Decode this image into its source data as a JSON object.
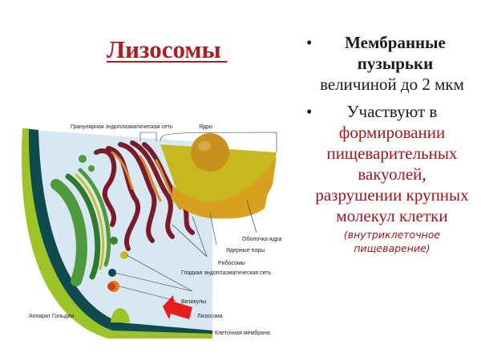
{
  "title": "Лизосомы ",
  "bullets": [
    {
      "bold": "Мембранные пузырьки",
      "text": "величиной до 2 мкм"
    },
    {
      "text": "Участвуют в",
      "red_text_1": "формировании пищеварительных вакуолей",
      "comma": ",",
      "red_text_2": "разрушении крупных молекул клетки",
      "note": "(внутриклеточное пищеварение)"
    }
  ],
  "diagram": {
    "labels": {
      "granular_er": "Гранулярная эндоплазматическая сеть",
      "nucleus": "Ядро",
      "nuclear_envelope": "Оболочка ядра",
      "nuclear_pores": "Ядерные поры",
      "ribosomes": "Рибосомы",
      "smooth_er": "Гладкая эндоплазматическая сеть",
      "vesicles": "Везикулы",
      "lysosome": "Лизосома",
      "golgi": "Аппарат Гольджи",
      "cell_membrane": "Клеточная мембрана"
    },
    "colors": {
      "cytoplasm": "#d8e8f2",
      "membrane_dark": "#0f4a4e",
      "membrane_light": "#9cc428",
      "er": "#7a1a2a",
      "er_orange": "#d9892a",
      "nucleus_top": "#c8b820",
      "nucleus_side": "#d9a020",
      "nucleolus": "#c8901c",
      "golgi": "#4f9a3a",
      "arrow": "#e81c1c"
    }
  }
}
